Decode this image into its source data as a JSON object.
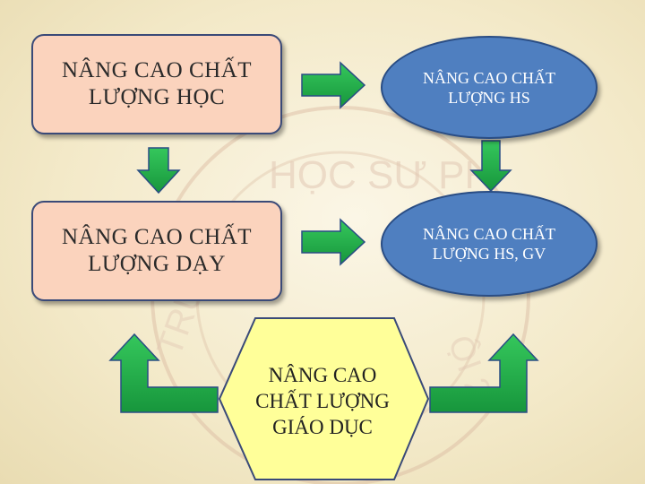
{
  "colors": {
    "rect_fill": "#fbd3bd",
    "oval_fill": "#4f7fc0",
    "hex_fill": "#ffff99",
    "arrow_green": "#22b24c",
    "border": "#3a4a78"
  },
  "nodes": {
    "hoc": "NÂNG CAO CHẤT LƯỢNG HỌC",
    "day": "NÂNG CAO CHẤT LƯỢNG DẠY",
    "hs": "NÂNG CAO CHẤT LƯỢNG HS",
    "hs_gv": "NÂNG CAO CHẤT LƯỢNG HS, GV",
    "giao_duc": "NÂNG CAO CHẤT LƯỢNG GIÁO DỤC"
  }
}
